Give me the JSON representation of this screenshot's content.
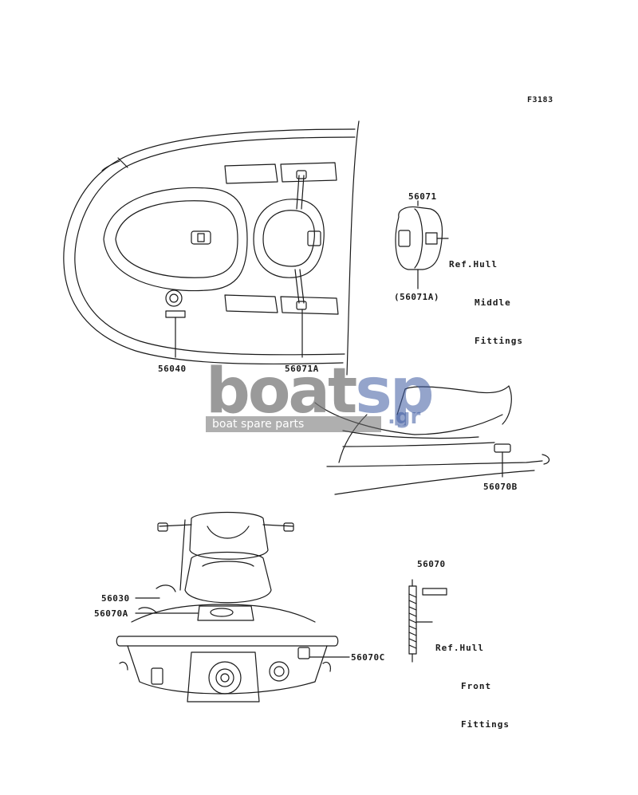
{
  "figure_id": "F3183",
  "labels": {
    "p56071": "56071",
    "p56071A_paren": "(56071A)",
    "p56040": "56040",
    "p56071A": "56071A",
    "p56070B": "56070B",
    "p56070": "56070",
    "p56030": "56030",
    "p56070A": "56070A",
    "p56070C": "56070C"
  },
  "refs": {
    "middle": {
      "line1": "Ref.Hull",
      "line2": "Middle",
      "line3": "Fittings"
    },
    "front": {
      "line1": "Ref.Hull",
      "line2": "Front",
      "line3": "Fittings"
    }
  },
  "watermark": {
    "word": "boat",
    "word_accent": "sp",
    "suffix": ".gr",
    "tagline": "boat spare parts"
  },
  "colors": {
    "line": "#1a1a1a",
    "watermark_gray": "#787878",
    "watermark_blue": "#3c5aa0"
  }
}
